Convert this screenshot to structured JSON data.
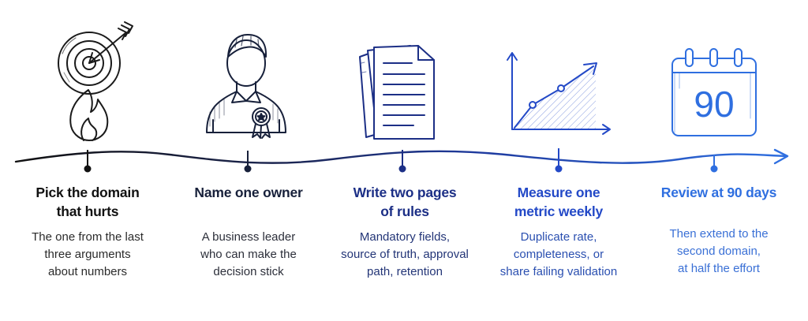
{
  "colors": {
    "step1": "#111111",
    "step2": "#17203a",
    "step3": "#1c2f86",
    "step4": "#2349c7",
    "step5": "#2f6fe0",
    "body1": "#2b2b2b",
    "body2": "#2c2f3a",
    "body3": "#233577",
    "body4": "#2a4fb0",
    "body5": "#3a70d6"
  },
  "icons": [
    "target-with-arrow-and-flame-icon",
    "person-with-award-badge-icon",
    "stacked-document-pages-icon",
    "rising-line-chart-icon",
    "calendar-icon"
  ],
  "calendar_number": "90",
  "steps": [
    {
      "title_line1": "Pick the domain",
      "title_line2": "that hurts",
      "body_line1": "The one from the last",
      "body_line2": "three arguments",
      "body_line3": "about numbers"
    },
    {
      "title_line1": "Name one owner",
      "title_line2": "",
      "body_line1": "A business leader",
      "body_line2": "who can make the",
      "body_line3": "decision stick"
    },
    {
      "title_line1": "Write two pages",
      "title_line2": "of rules",
      "body_line1": "Mandatory fields,",
      "body_line2": "source of truth, approval",
      "body_line3": "path, retention"
    },
    {
      "title_line1": "Measure one",
      "title_line2": "metric weekly",
      "body_line1": "Duplicate rate,",
      "body_line2": "completeness, or",
      "body_line3": "share failing validation"
    },
    {
      "title_line1": "Review at 90 days",
      "title_line2": "",
      "body_line1": "Then extend to the",
      "body_line2": "second domain,",
      "body_line3": "at half the effort"
    }
  ]
}
